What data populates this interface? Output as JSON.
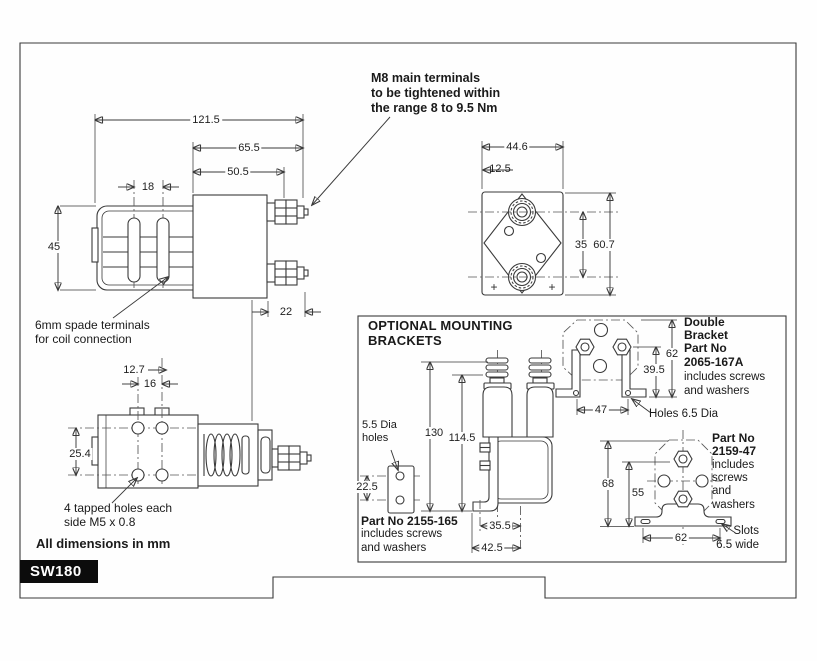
{
  "page": {
    "model": "SW180",
    "units_note": "All dimensions in mm"
  },
  "notes": {
    "m8_terminals": "M8 main terminals\nto be tightened within\nthe range 8 to 9.5 Nm",
    "spade_terminals": "6mm spade terminals\nfor coil connection",
    "tapped_holes": "4 tapped holes each\nside M5 x 0.8"
  },
  "end_view": {
    "plus_mark": "+"
  },
  "optional_brackets": {
    "title": "OPTIONAL MOUNTING\nBRACKETS",
    "plate_hole_note": "5.5 Dia\nholes",
    "plate_part_no": "Part No 2155-165",
    "plate_part_includes": "includes screws\nand washers",
    "double_part_no": "Double\nBracket\nPart No\n2065-167A",
    "double_part_includes": "includes screws\nand washers",
    "double_holes_note": "Holes 6.5 Dia",
    "single_part_no": "Part No\n2159-47",
    "single_part_includes": "includes\nscrews\nand\nwashers",
    "single_slots_note": "Slots\n6.5 wide"
  },
  "dims": {
    "overall_length": "121.5",
    "length_65_5": "65.5",
    "length_50_5": "50.5",
    "spade_spacing": "18",
    "coil_height": "45",
    "terminal_proj_22": "22",
    "end_width": "44.6",
    "end_offset_12_5": "12.5",
    "terminal_centres_35": "35",
    "end_height_60_7": "60.7",
    "hole_offset_12_7": "12.7",
    "hole_pitch_16": "16",
    "hole_pitch_25_4": "25.4",
    "bracket_130": "130",
    "bracket_114_5": "114.5",
    "plate_pitch_22_5": "22.5",
    "foot_35_5": "35.5",
    "foot_42_5": "42.5",
    "double_62": "62",
    "double_39_5": "39.5",
    "double_feet_47": "47",
    "single_68": "68",
    "single_55": "55",
    "single_feet_62": "62"
  },
  "colors": {
    "line": "#3a3a3a",
    "red_box": "#c0281e",
    "badge_bg": "#0c0c0c"
  }
}
